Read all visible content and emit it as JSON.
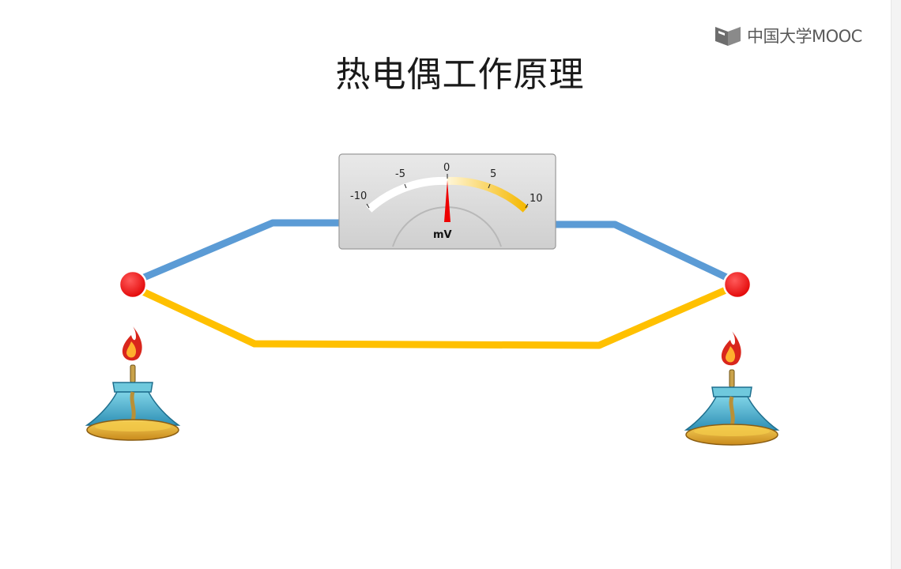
{
  "title": "热电偶工作原理",
  "logo": {
    "text": "中国大学MOOC",
    "icon": "mooc-logo-icon"
  },
  "meter": {
    "unit": "mV",
    "tick_labels": [
      "-10",
      "-5",
      "0",
      "5",
      "10"
    ],
    "range": [
      -10,
      10
    ],
    "reading": 0,
    "needle_color": "#ee0000",
    "cold_arc_color": "#ffffff",
    "hot_arc_color": "#f5b800"
  },
  "wires": {
    "upper_color": "#5b9bd5",
    "lower_color": "#ffc000"
  },
  "junctions": {
    "color": "#ff0000"
  },
  "burners": {
    "left": "alcohol-lamp-icon",
    "right": "alcohol-lamp-icon"
  }
}
